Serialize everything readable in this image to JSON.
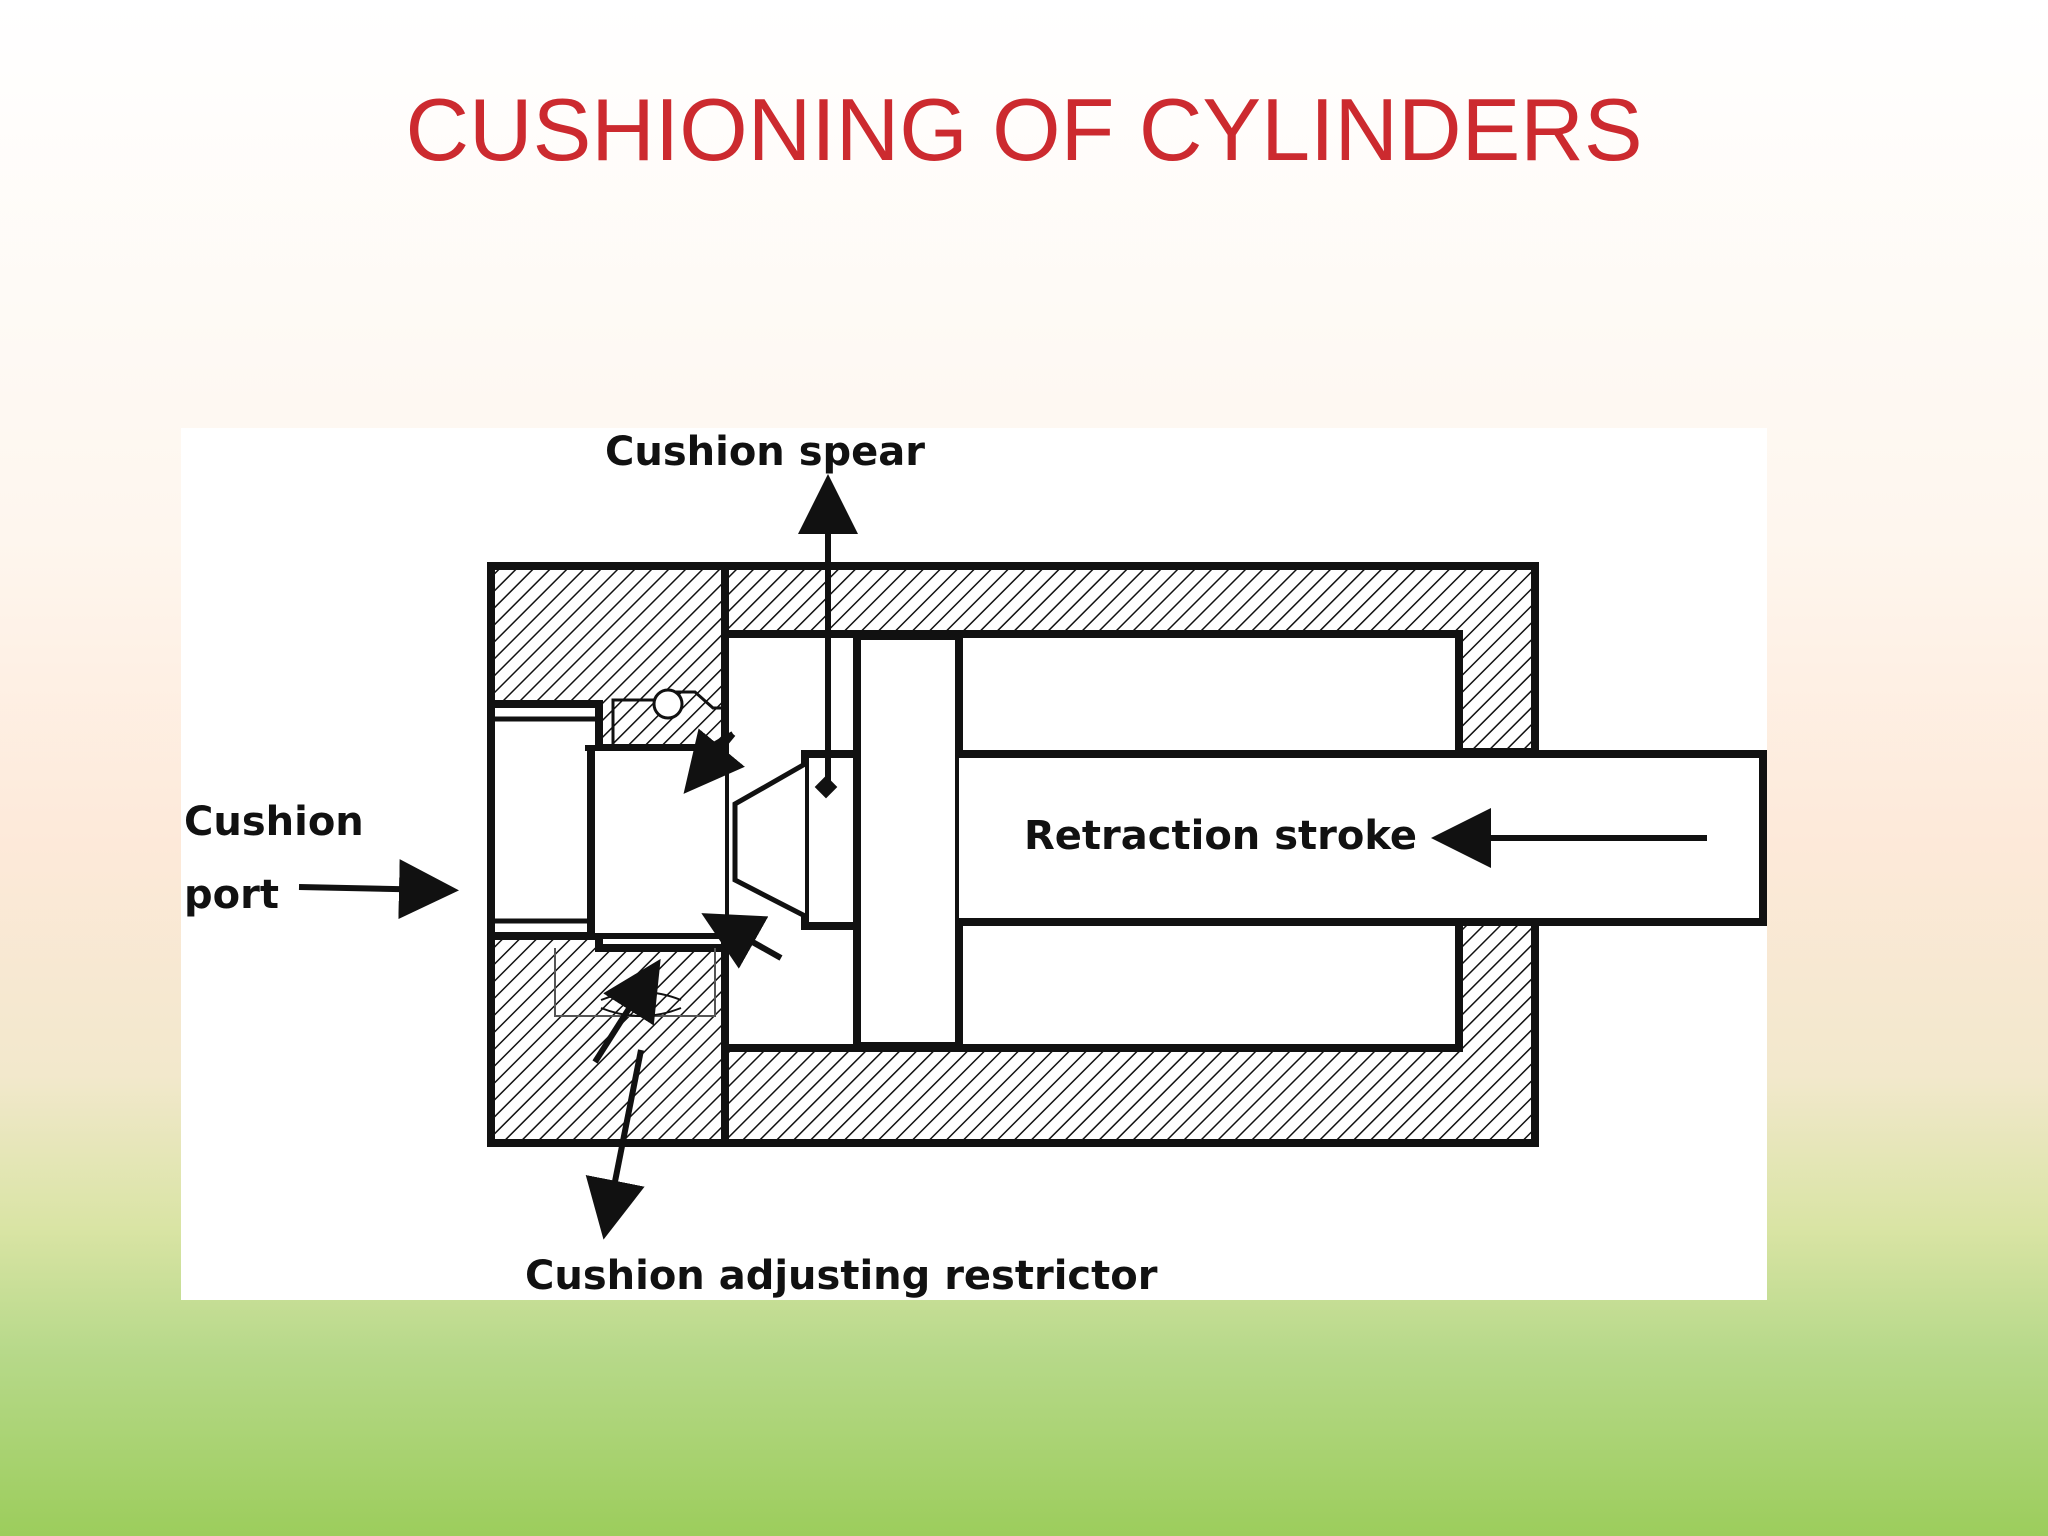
{
  "slide": {
    "title": "CUSHIONING OF CYLINDERS"
  },
  "diagram": {
    "labels": {
      "cushion_spear": "Cushion spear",
      "cushion_port_line1": "Cushion",
      "cushion_port_line2": "port",
      "retraction_stroke": "Retraction stroke",
      "cushion_adjusting_restrictor": "Cushion adjusting restrictor"
    }
  }
}
